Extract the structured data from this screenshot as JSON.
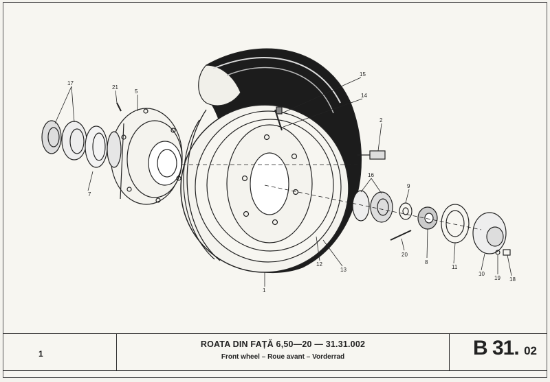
{
  "title_block": {
    "page_number": "1",
    "title": "ROATA DIN FAȚĂ 6,50—20 — 31.31.002",
    "subtitle": "Front wheel – Roue avant – Vorderrad",
    "code": "B 31",
    "code_suffix": "02"
  },
  "callouts": [
    "17",
    "21",
    "5",
    "7",
    "15",
    "14",
    "2",
    "16",
    "9",
    "20",
    "8",
    "11",
    "10",
    "19",
    "18",
    "1",
    "12",
    "13"
  ],
  "colors": {
    "ink": "#222222",
    "paper": "#f7f6f1",
    "tire": "#1a1a1a"
  }
}
